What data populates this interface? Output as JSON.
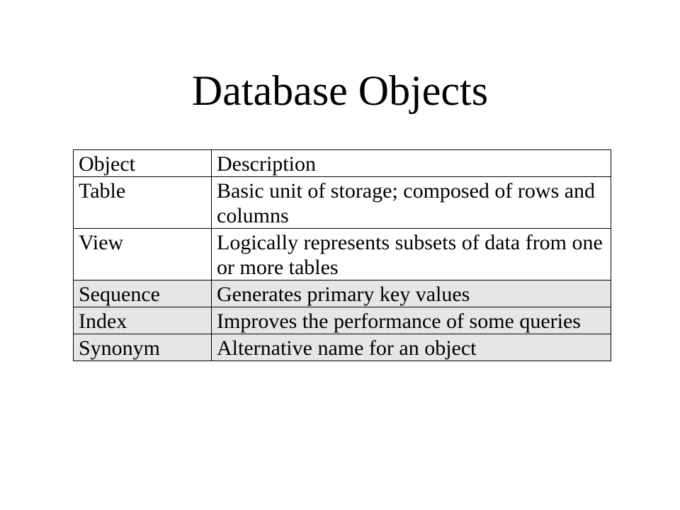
{
  "slide": {
    "title": "Database Objects"
  },
  "table": {
    "columns": [
      "Object",
      "Description"
    ],
    "rows": [
      {
        "object": "Table",
        "description": "Basic unit of storage; composed of rows and columns",
        "shaded": false
      },
      {
        "object": "View",
        "description": "Logically represents subsets of data from one or more tables",
        "shaded": false
      },
      {
        "object": "Sequence",
        "description": "Generates primary key values",
        "shaded": true
      },
      {
        "object": "Index",
        "description": "Improves the performance of some queries",
        "shaded": true
      },
      {
        "object": "Synonym",
        "description": "Alternative name for an object",
        "shaded": true
      }
    ]
  },
  "colors": {
    "shaded_row": "#e6e6e6",
    "border": "#000000",
    "text": "#000000"
  }
}
